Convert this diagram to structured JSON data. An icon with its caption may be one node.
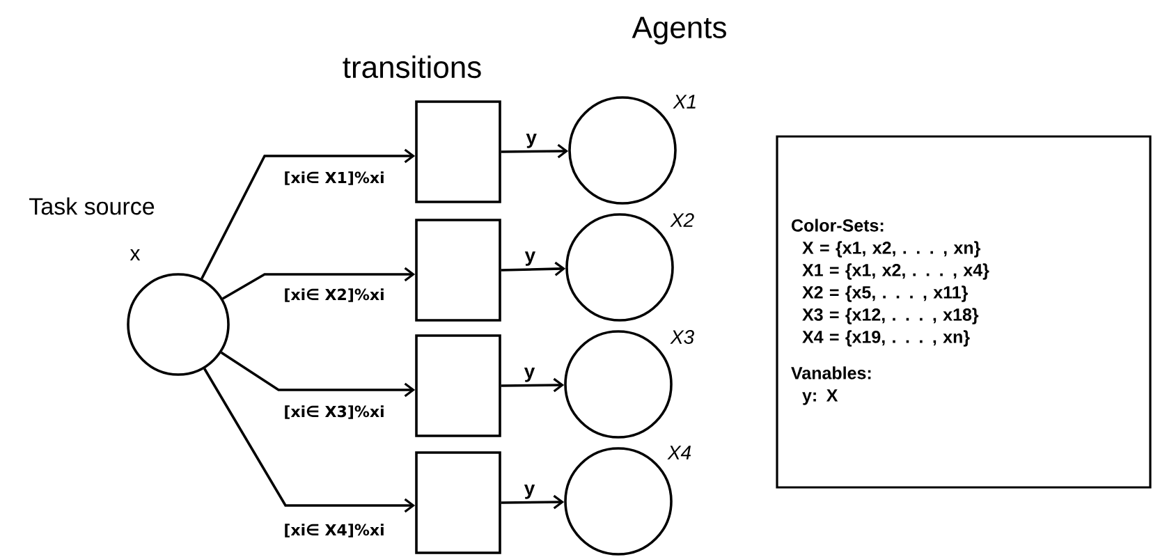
{
  "diagram": {
    "nodes": [
      {
        "text": [],
        "shape": "circle",
        "beside": [
          "Task source",
          "x"
        ]
      },
      {
        "text": [],
        "shape": "box"
      },
      {
        "text": [],
        "shape": "box"
      },
      {
        "text": [],
        "shape": "box"
      },
      {
        "text": [],
        "shape": "box"
      },
      {
        "text": [],
        "shape": "circle",
        "beside": [
          "X1"
        ]
      },
      {
        "text": [],
        "shape": "circle",
        "beside": [
          "X2"
        ]
      },
      {
        "text": [],
        "shape": "circle",
        "beside": [
          "X3"
        ]
      },
      {
        "text": [],
        "shape": "circle",
        "beside": [
          "X4"
        ]
      },
      {
        "text": [
          "Color-Sets:",
          "X = {x1, x2, . . . , xn}",
          "X1 = {x1, x2, . . . , x4}",
          "X2 = {x5, . . . , x11}",
          "X3 = {x12, . . . , x18}",
          "X4 = {x19, . . . , xn}",
          "Vanables:",
          "y: X"
        ]
      }
    ],
    "edges": [
      {
        "from": 0,
        "to": 1,
        "arrow": "to",
        "label": "[xi∈ X1]%xi"
      },
      {
        "from": 0,
        "to": 2,
        "arrow": "to",
        "label": "[xi∈ X2]%xi"
      },
      {
        "from": 0,
        "to": 3,
        "arrow": "to",
        "label": "[xi∈ X3]%xi"
      },
      {
        "from": 0,
        "to": 4,
        "arrow": "to",
        "label": "[xi∈ X4]%xi"
      },
      {
        "from": 1,
        "to": 5,
        "arrow": "to",
        "label": "y"
      },
      {
        "from": 2,
        "to": 6,
        "arrow": "to",
        "label": "y"
      },
      {
        "from": 3,
        "to": 7,
        "arrow": "to",
        "label": "y"
      },
      {
        "from": 4,
        "to": 8,
        "arrow": "to",
        "label": "y"
      }
    ],
    "labels": [
      "transitions",
      "Agents"
    ]
  }
}
